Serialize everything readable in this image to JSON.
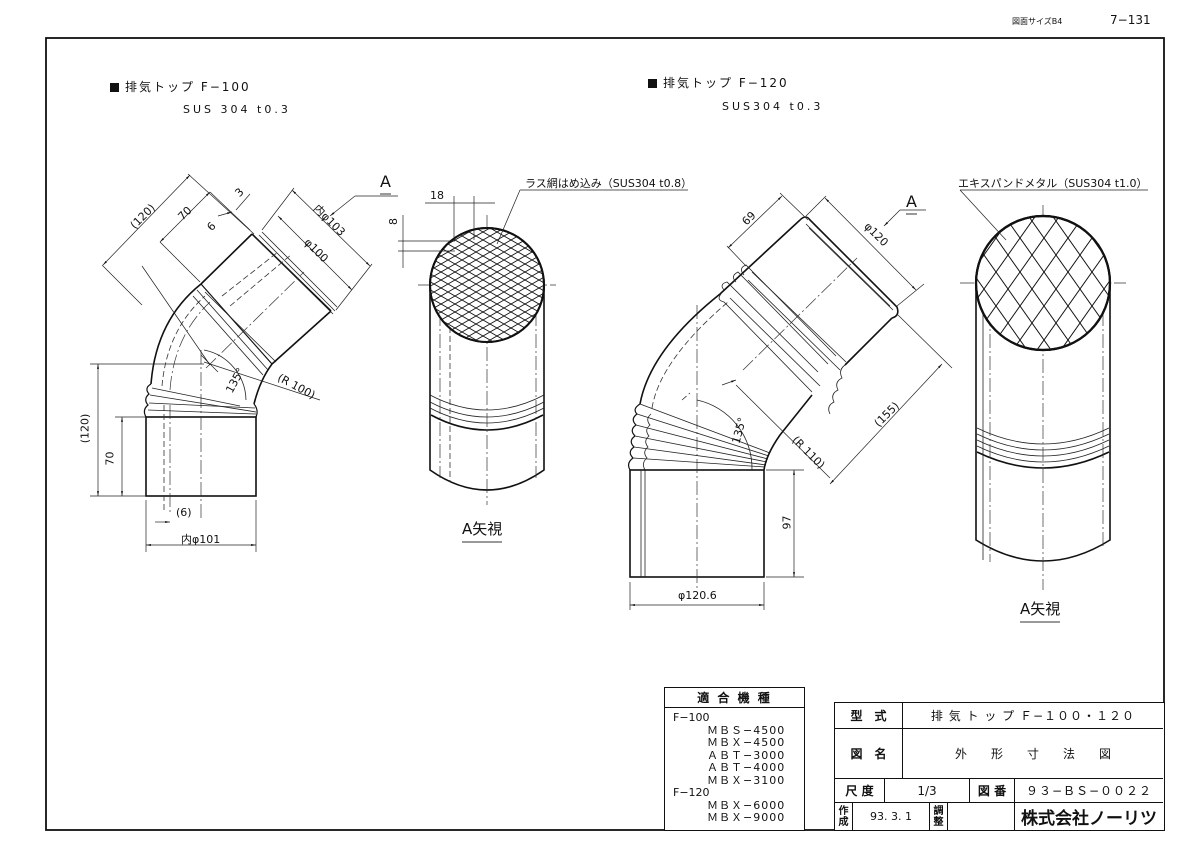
{
  "header": {
    "sheet_size_label": "図面サイズB4",
    "page_number": "7−131"
  },
  "left_drawing": {
    "title": "排気トップ F−100",
    "material": "SUS 304  t0.3",
    "dimensions": {
      "overall_upper": "(120)",
      "upper_length": "70",
      "groove": "6",
      "rim": "3",
      "inner_dia_top": "内φ103",
      "dia": "φ100",
      "radius": "(R 100)",
      "angle": "135°",
      "overall_lower": "(120)",
      "lower_length": "70",
      "wall_offset": "(6)",
      "inner_dia_bottom": "内φ101"
    },
    "section_marker": "A",
    "view": {
      "callout": "ラス網はめ込み（SUS304 t0.8）",
      "dim_horizontal": "18",
      "dim_vertical": "8",
      "label": "A矢視"
    }
  },
  "right_drawing": {
    "title": "排気トップ F−120",
    "material": "SUS304  t0.3",
    "dimensions": {
      "upper_length": "69",
      "dia": "φ120",
      "diag_length": "(155)",
      "radius": "(R 110)",
      "angle": "135°",
      "lower_length": "97",
      "outer_dia_bottom": "φ120.6"
    },
    "section_marker": "A",
    "view": {
      "callout": "エキスパンドメタル（SUS304 t1.0）",
      "label": "A矢視"
    }
  },
  "compatible_models": {
    "header": "適 合 機 種",
    "groups": [
      {
        "name": "F−100",
        "items": [
          "ＭＢＳ−4500",
          "ＭＢＸ−4500",
          "ＡＢＴ−3000",
          "ＡＢＴ−4000",
          "ＭＢＸ−3100"
        ]
      },
      {
        "name": "F−120",
        "items": [
          "ＭＢＸ−6000",
          "ＭＢＸ−9000"
        ]
      }
    ]
  },
  "title_block": {
    "model_label": "型　式",
    "model_value": "排 気 ト ッ プ Ｆ−１００・１２０",
    "drawing_name_label": "図　名",
    "drawing_name_value": "外　　形　　寸　　法　　図",
    "scale_label": "尺 度",
    "scale_value": "1/3",
    "drawing_no_label": "図 番",
    "drawing_no_value": "９３−ＢＳ−００２２",
    "created_label": "作\n成",
    "created_date": "93. 3. 1",
    "adjusted_label": "調\n整",
    "adjusted_value": "",
    "company": "株式会社ノーリツ"
  }
}
